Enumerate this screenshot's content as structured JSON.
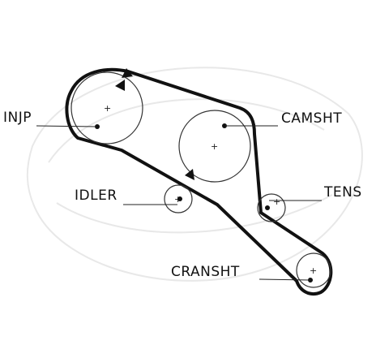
{
  "labels": {
    "injp": "INJP",
    "camsht": "CAMSHT",
    "idler": "IDLER",
    "tens": "TENS",
    "cransht": "CRANSHT"
  },
  "colors": {
    "belt": "#111111",
    "pulley": "#222222",
    "watermark": "#e6e6e6"
  }
}
